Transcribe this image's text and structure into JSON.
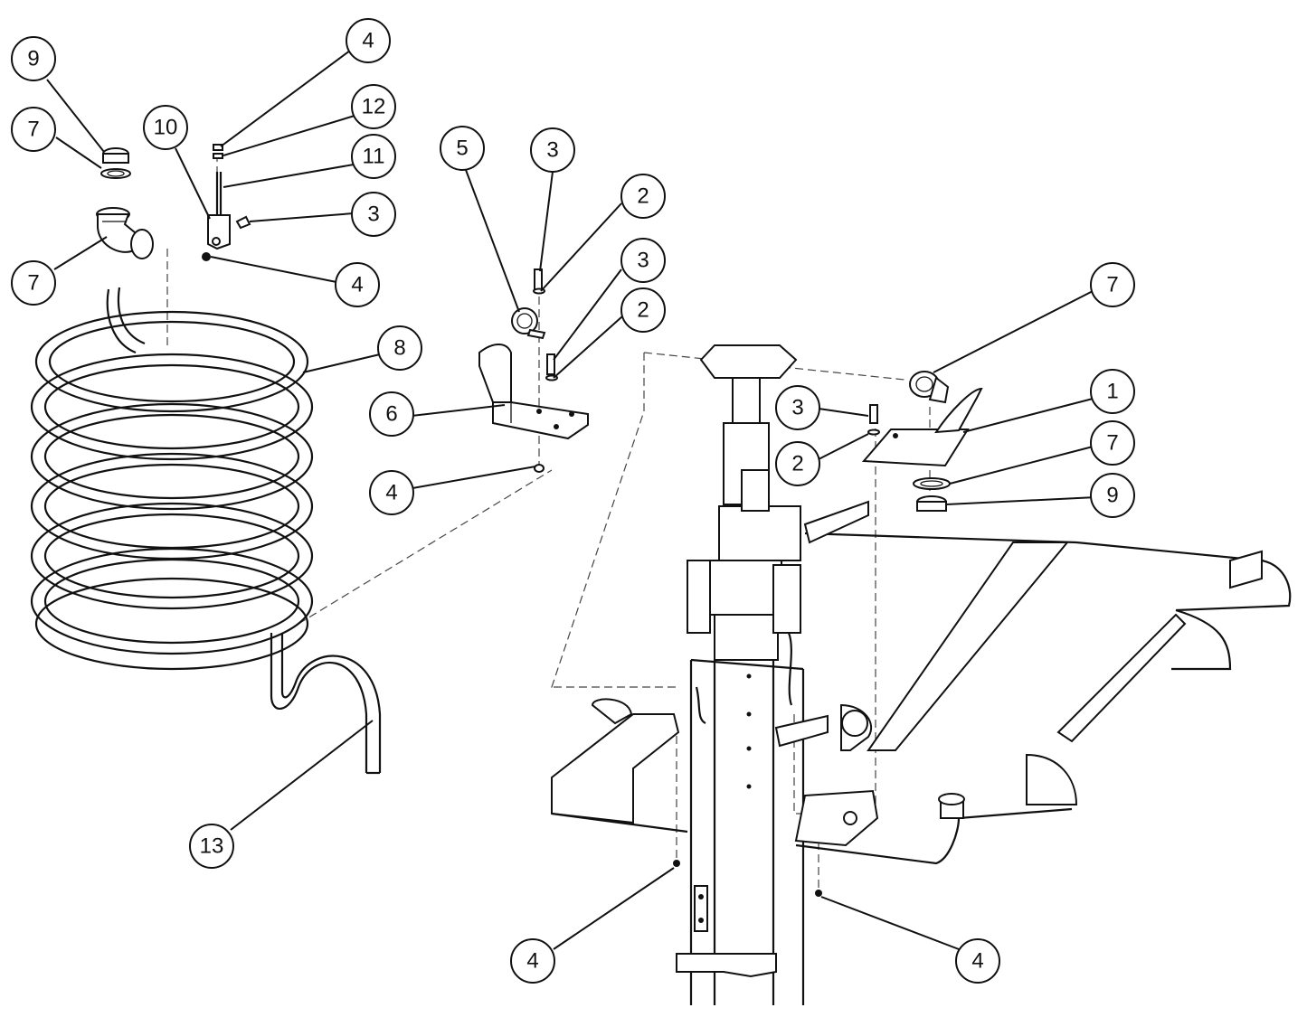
{
  "callouts": [
    {
      "id": "c9a",
      "label": "9"
    },
    {
      "id": "c7a",
      "label": "7"
    },
    {
      "id": "c7b",
      "label": "7"
    },
    {
      "id": "c10",
      "label": "10"
    },
    {
      "id": "c4a",
      "label": "4"
    },
    {
      "id": "c12",
      "label": "12"
    },
    {
      "id": "c11",
      "label": "11"
    },
    {
      "id": "c3a",
      "label": "3"
    },
    {
      "id": "c4b",
      "label": "4"
    },
    {
      "id": "c8",
      "label": "8"
    },
    {
      "id": "c5",
      "label": "5"
    },
    {
      "id": "c3b",
      "label": "3"
    },
    {
      "id": "c2a",
      "label": "2"
    },
    {
      "id": "c3c",
      "label": "3"
    },
    {
      "id": "c2b",
      "label": "2"
    },
    {
      "id": "c6",
      "label": "6"
    },
    {
      "id": "c4c",
      "label": "4"
    },
    {
      "id": "c7c",
      "label": "7"
    },
    {
      "id": "c1",
      "label": "1"
    },
    {
      "id": "c3d",
      "label": "3"
    },
    {
      "id": "c2c",
      "label": "2"
    },
    {
      "id": "c7d",
      "label": "7"
    },
    {
      "id": "c9b",
      "label": "9"
    },
    {
      "id": "c13",
      "label": "13"
    },
    {
      "id": "c4d",
      "label": "4"
    },
    {
      "id": "c4e",
      "label": "4"
    }
  ]
}
